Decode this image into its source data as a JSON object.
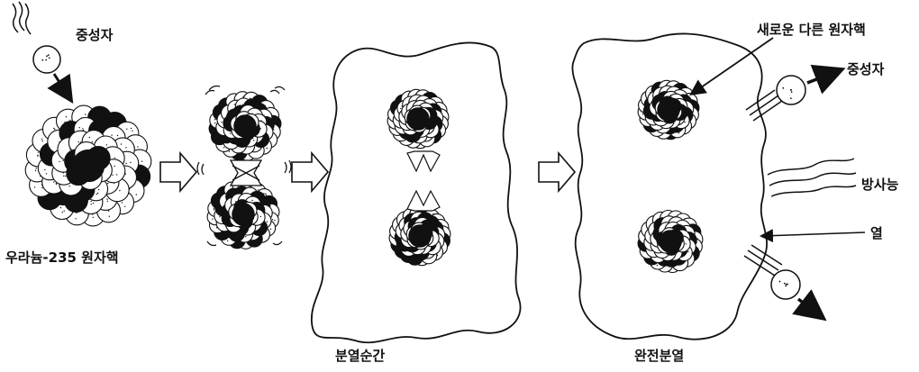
{
  "labels": {
    "neutron_in": "중성자",
    "uranium_nucleus": "우라늄-235 원자핵",
    "fission_moment": "분열순간",
    "new_nuclei": "새로운 다른 원자핵",
    "neutron_out": "중성자",
    "radioactivity": "방사능",
    "heat": "열",
    "complete_fission": "완전분열"
  },
  "colors": {
    "ink": "#111111",
    "light_nucleon": "#ffffff",
    "dark_nucleon": "#111111",
    "background": "#ffffff"
  }
}
